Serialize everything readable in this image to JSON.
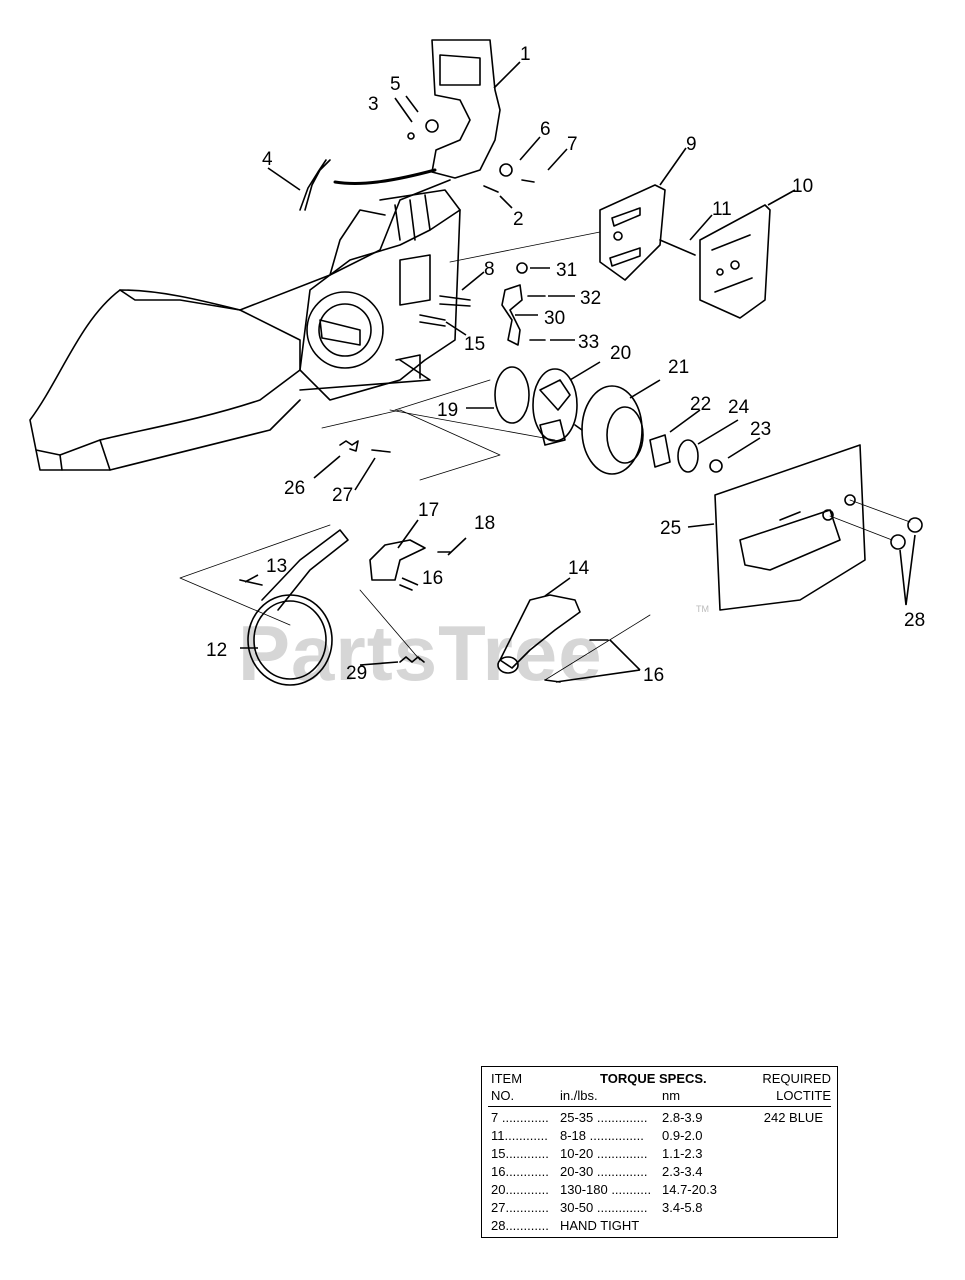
{
  "callouts": {
    "c1": "1",
    "c2": "2",
    "c3": "3",
    "c4": "4",
    "c5": "5",
    "c6": "6",
    "c7": "7",
    "c8": "8",
    "c9": "9",
    "c10": "10",
    "c11": "11",
    "c12": "12",
    "c13": "13",
    "c14": "14",
    "c15": "15",
    "c16a": "16",
    "c16b": "16",
    "c17": "17",
    "c18": "18",
    "c19": "19",
    "c20": "20",
    "c21": "21",
    "c22": "22",
    "c23": "23",
    "c24": "24",
    "c25": "25",
    "c26": "26",
    "c27": "27",
    "c28": "28",
    "c29": "29",
    "c30": "30",
    "c31": "31",
    "c32": "32",
    "c33": "33"
  },
  "watermark": {
    "text": "PartsTree",
    "tm": "TM"
  },
  "torque_table": {
    "header": {
      "item": "ITEM",
      "no": "NO.",
      "torque_specs": "TORQUE SPECS.",
      "in_lbs": "in./lbs.",
      "nm": "nm",
      "required": "REQUIRED",
      "loctite": "LOCTITE"
    },
    "rows": [
      {
        "item": "7 .............",
        "in_lbs": "25-35 ..............",
        "nm": "2.8-3.9",
        "loctite": "242 BLUE"
      },
      {
        "item": "11............",
        "in_lbs": "8-18 ...............",
        "nm": "0.9-2.0",
        "loctite": ""
      },
      {
        "item": "15............",
        "in_lbs": "10-20 ..............",
        "nm": "1.1-2.3",
        "loctite": ""
      },
      {
        "item": "16............",
        "in_lbs": "20-30 ..............",
        "nm": "2.3-3.4",
        "loctite": ""
      },
      {
        "item": "20............",
        "in_lbs": "130-180 ...........",
        "nm": "14.7-20.3",
        "loctite": ""
      },
      {
        "item": "27............",
        "in_lbs": "30-50 ..............",
        "nm": "3.4-5.8",
        "loctite": ""
      },
      {
        "item": "28............",
        "in_lbs": "HAND TIGHT",
        "nm": "",
        "loctite": ""
      }
    ]
  }
}
